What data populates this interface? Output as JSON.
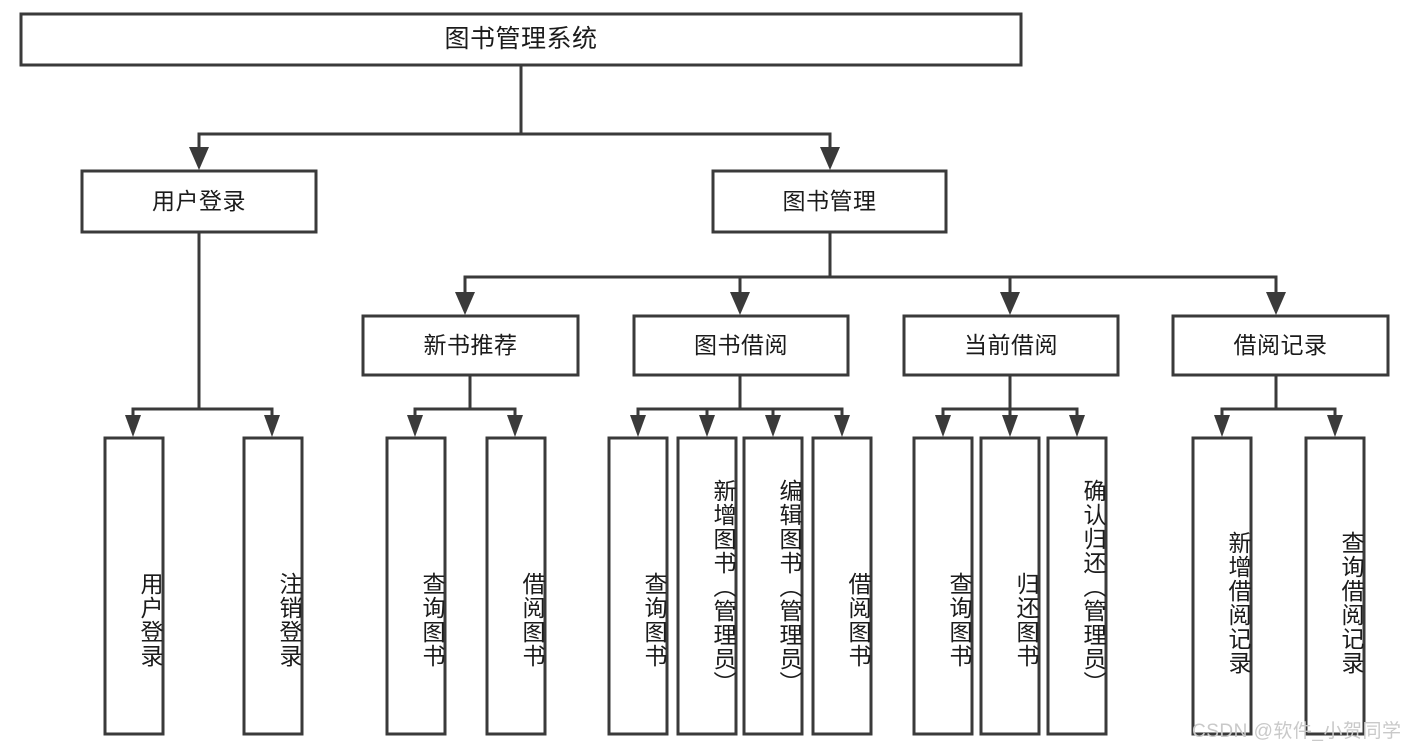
{
  "diagram": {
    "title": "图书管理系统",
    "type": "tree-hierarchy-diagram",
    "colors": {
      "stroke": "#3a3a3a",
      "fill": "#ffffff",
      "text": "#1b1b1b",
      "watermark": "#c9c9c9",
      "background": "#ffffff"
    },
    "root": {
      "label": "图书管理系统"
    },
    "level2": [
      {
        "label": "用户登录"
      },
      {
        "label": "图书管理"
      }
    ],
    "level3": [
      {
        "label": "新书推荐"
      },
      {
        "label": "图书借阅"
      },
      {
        "label": "当前借阅"
      },
      {
        "label": "借阅记录"
      }
    ],
    "leaves": {
      "user_login": [
        {
          "label": "用户登录"
        },
        {
          "label": "注销登录"
        }
      ],
      "new_book_recommend": [
        {
          "label": "查询图书"
        },
        {
          "label": "借阅图书"
        }
      ],
      "book_borrow": [
        {
          "label": "查询图书"
        },
        {
          "label": "新增图书（管理员）"
        },
        {
          "label": "编辑图书（管理员）"
        },
        {
          "label": "借阅图书"
        }
      ],
      "current_borrow": [
        {
          "label": "查询图书"
        },
        {
          "label": "归还图书"
        },
        {
          "label": "确认归还（管理员）"
        }
      ],
      "borrow_record": [
        {
          "label": "新增借阅记录"
        },
        {
          "label": "查询借阅记录"
        }
      ]
    }
  },
  "watermark": {
    "text": "CSDN @软件_小贺同学"
  }
}
